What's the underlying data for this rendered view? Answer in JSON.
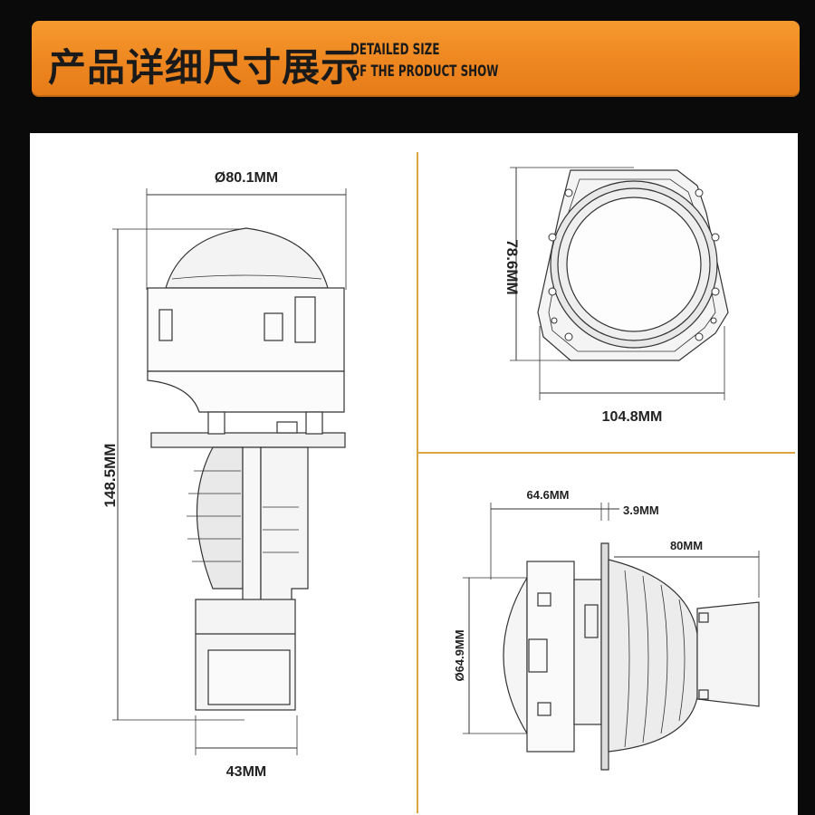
{
  "banner": {
    "title_cn": "产品详细尺寸展示",
    "title_en_line1": "DETAILED SIZE",
    "title_en_line2": "OF THE PRODUCT SHOW"
  },
  "side_view": {
    "width_label": "Ø80.1MM",
    "height_label": "148.5MM",
    "base_label": "43MM"
  },
  "front_view": {
    "height_label": "78.6MM",
    "width_label": "104.8MM"
  },
  "profile_view": {
    "lens_length_label": "64.6MM",
    "flange_label": "3.9MM",
    "rear_label": "80MM",
    "lens_dia_label": "Ø64.9MM"
  },
  "colors": {
    "banner": "#ee8620",
    "divider": "#d9a441"
  }
}
